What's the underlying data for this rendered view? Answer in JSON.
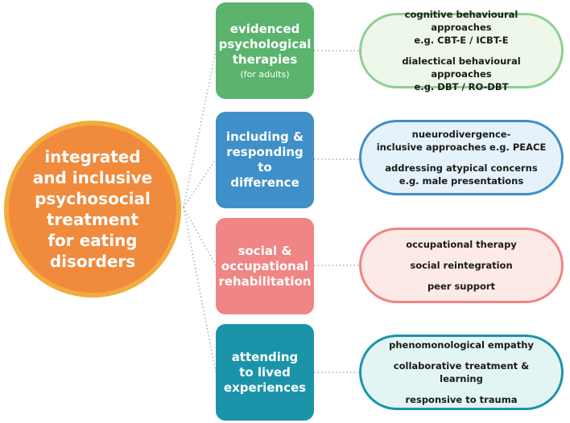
{
  "hub": {
    "label": "integrated\nand inclusive\npsychosocial\ntreatment\nfor eating\ndisorders"
  },
  "categories": [
    {
      "title": "evidenced\npsychological\ntherapies",
      "subtitle": "(for adults)",
      "color": "#5bb36e",
      "items": [
        "cognitive behavioural approaches\ne.g. CBT-E / ICBT-E",
        "dialectical behavioural approaches\ne.g. DBT  /  RO-DBT"
      ],
      "pill_border": "#8fcf93",
      "pill_fill": "#edf7ea"
    },
    {
      "title": "including &\nresponding to\ndifference",
      "subtitle": "",
      "color": "#3f8fc9",
      "items": [
        "nueurodivergence-\ninclusive approaches e.g. PEACE",
        "addressing atypical concerns\ne.g. male presentations"
      ],
      "pill_border": "#3f8fc9",
      "pill_fill": "#e6f2fb"
    },
    {
      "title": "social &\noccupational\nrehabilitation",
      "subtitle": "",
      "color": "#f08585",
      "items": [
        "occupational therapy",
        "social reintegration",
        "peer support"
      ],
      "pill_border": "#f08585",
      "pill_fill": "#fde9e6"
    },
    {
      "title": "attending\nto lived\nexperiences",
      "subtitle": "",
      "color": "#1b94a9",
      "items": [
        "phenomonological empathy",
        "collaborative treatment & learning",
        "responsive to trauma"
      ],
      "pill_border": "#1b94a9",
      "pill_fill": "#e3f4f4"
    }
  ]
}
